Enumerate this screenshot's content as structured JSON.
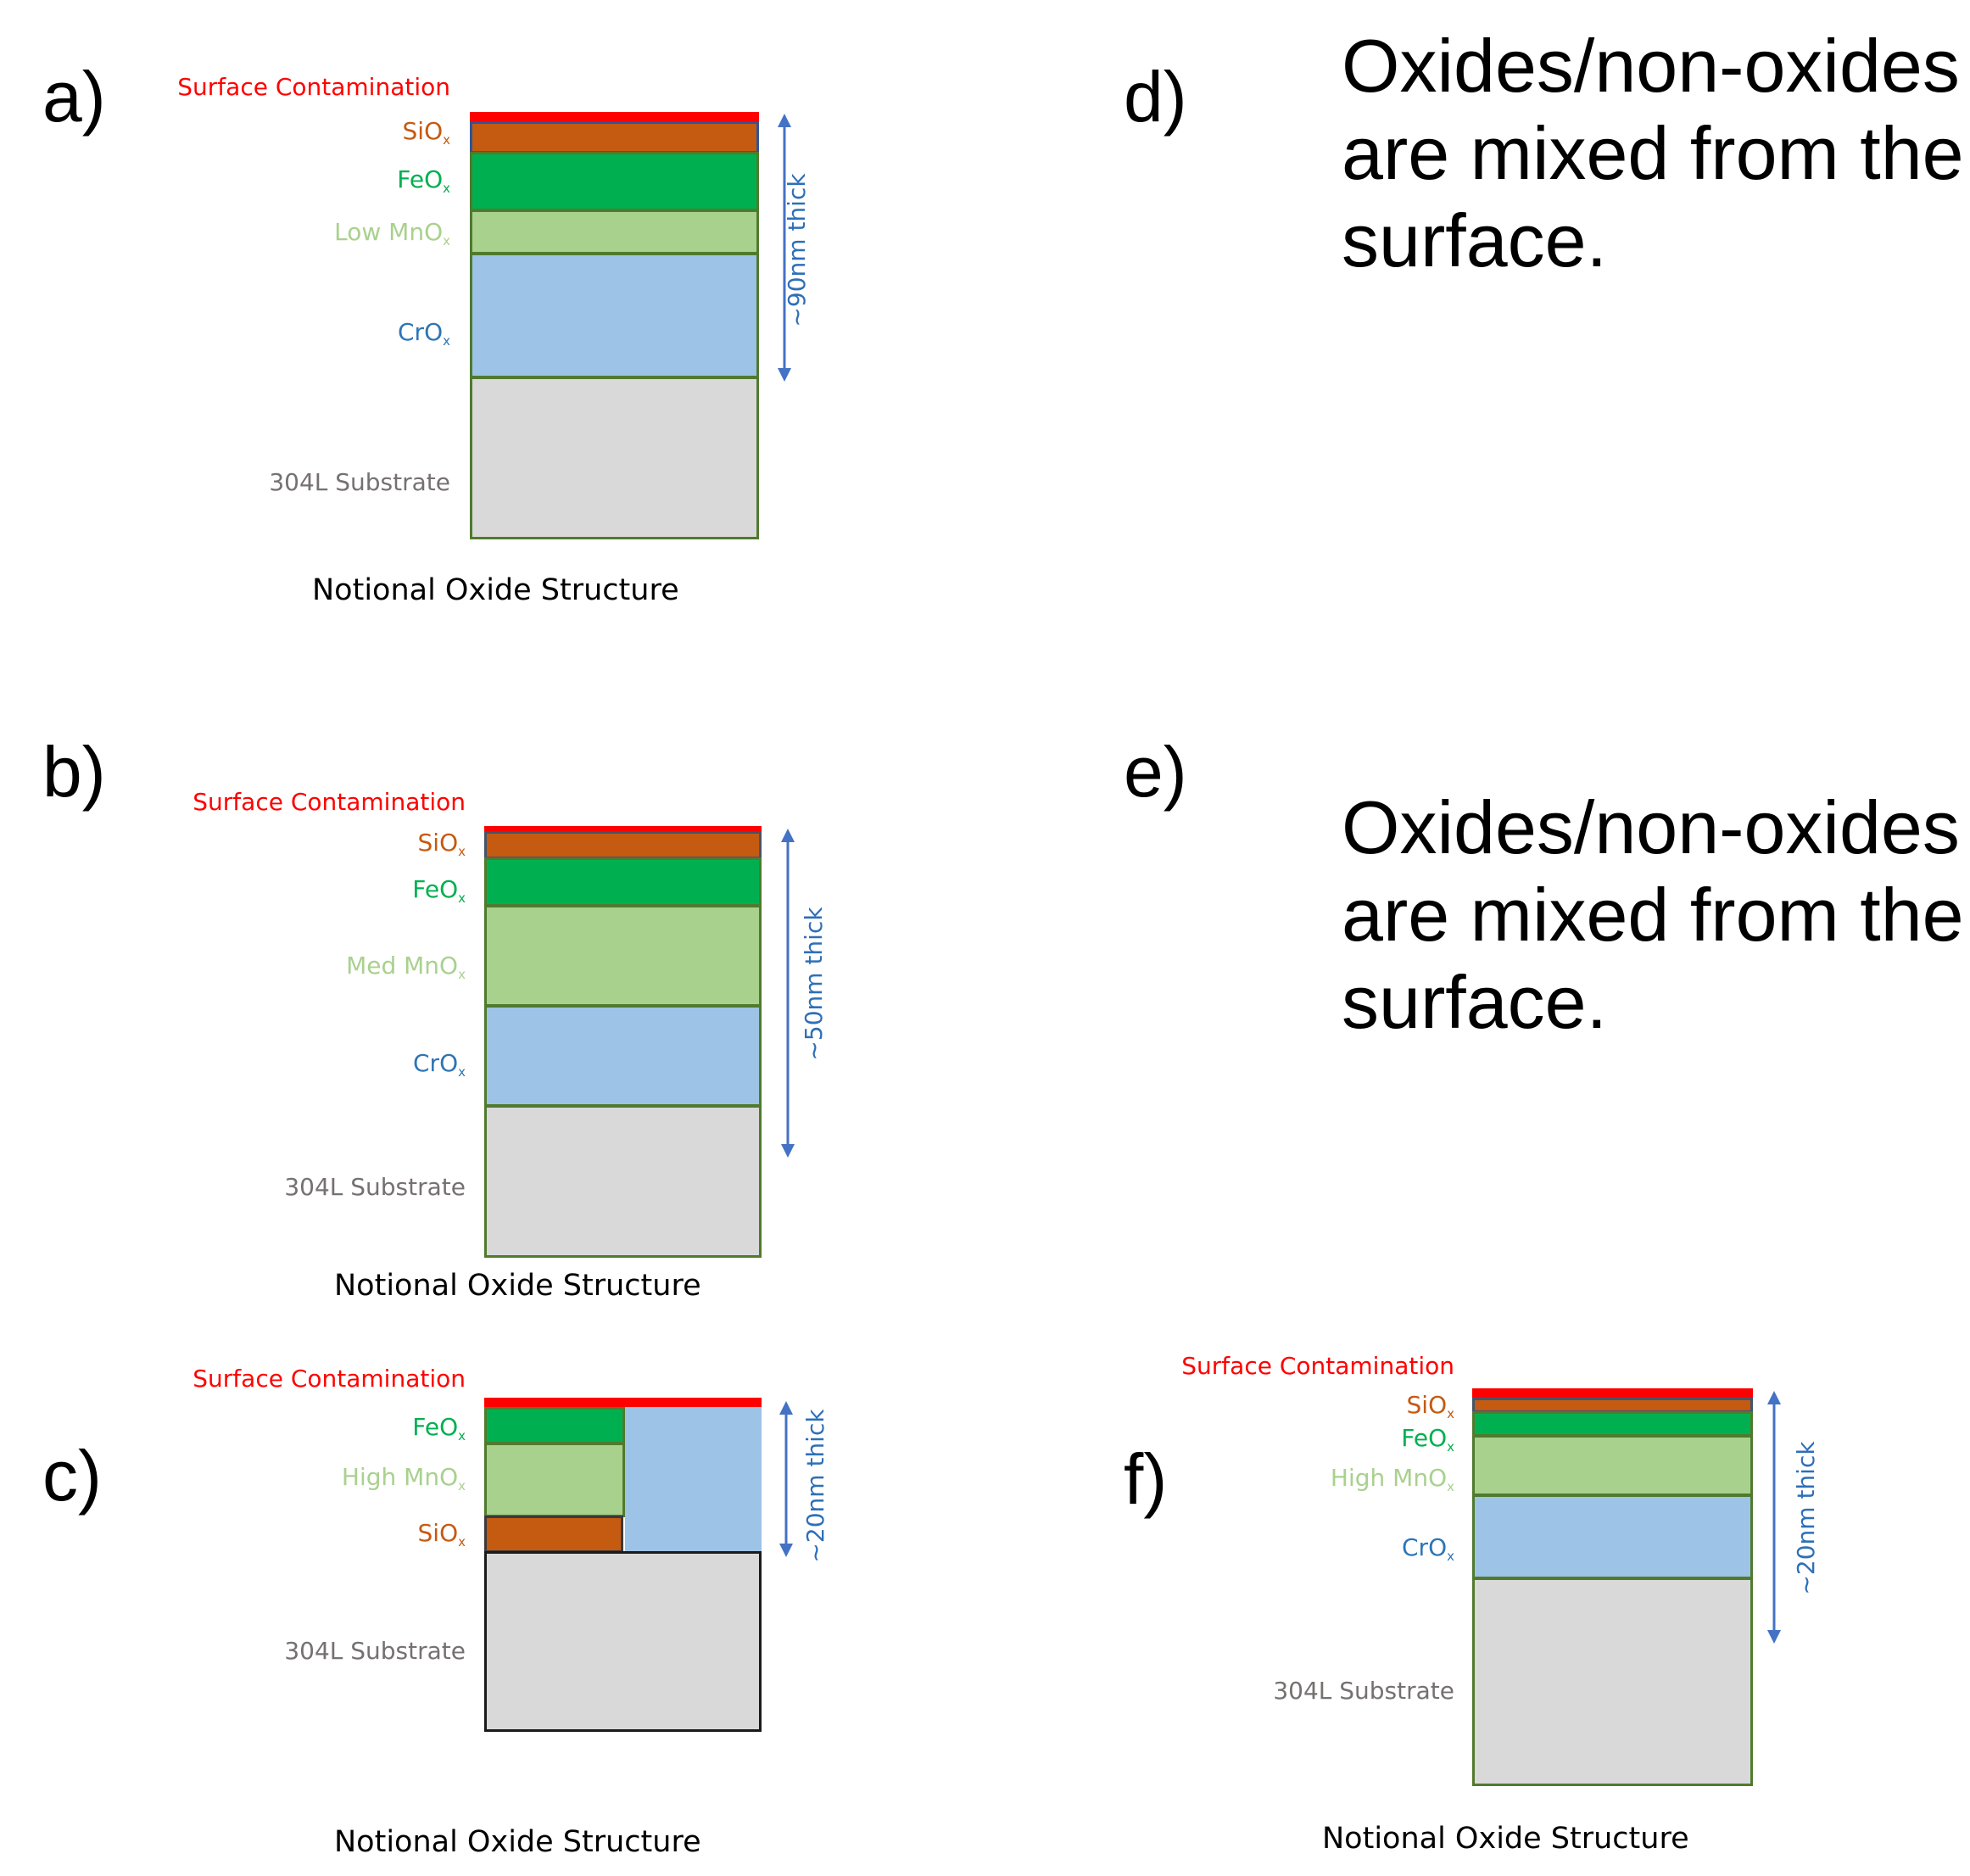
{
  "colors": {
    "contamination": "#ff0000",
    "sio": "#c55a11",
    "feo": "#00b050",
    "mno": "#a9d18e",
    "cro": "#9dc3e6",
    "substrate": "#d9d9d9",
    "arrow": "#4472c4"
  },
  "panels": {
    "a": {
      "letter": "a)",
      "labels": {
        "contamination": "Surface Contamination",
        "sio": "SiO",
        "feo": "FeO",
        "mno": "Low MnO",
        "cro": "CrO",
        "substrate": "304L Substrate",
        "sub_x": "x"
      },
      "thickness": "~90nm thick",
      "caption": "Notional Oxide Structure"
    },
    "b": {
      "letter": "b)",
      "labels": {
        "contamination": "Surface Contamination",
        "sio": "SiO",
        "feo": "FeO",
        "mno": "Med MnO",
        "cro": "CrO",
        "substrate": "304L Substrate",
        "sub_x": "x"
      },
      "thickness": "~50nm thick",
      "caption": "Notional Oxide Structure"
    },
    "c": {
      "letter": "c)",
      "labels": {
        "contamination": "Surface Contamination",
        "feo": "FeO",
        "mno": "High MnO",
        "sio": "SiO",
        "substrate": "304L Substrate",
        "sub_x": "x"
      },
      "thickness": "~20nm thick",
      "caption": "Notional Oxide Structure"
    },
    "d": {
      "letter": "d)",
      "text_lines": [
        "Oxides/non-oxides",
        "are mixed from the",
        "surface."
      ]
    },
    "e": {
      "letter": "e)",
      "text_lines": [
        "Oxides/non-oxides",
        "are mixed from the",
        "surface."
      ]
    },
    "f": {
      "letter": "f)",
      "labels": {
        "contamination": "Surface Contamination",
        "sio": "SiO",
        "feo": "FeO",
        "mno": "High MnO",
        "cro": "CrO",
        "substrate": "304L Substrate",
        "sub_x": "x"
      },
      "thickness": "~20nm thick",
      "caption": "Notional Oxide Structure"
    }
  }
}
